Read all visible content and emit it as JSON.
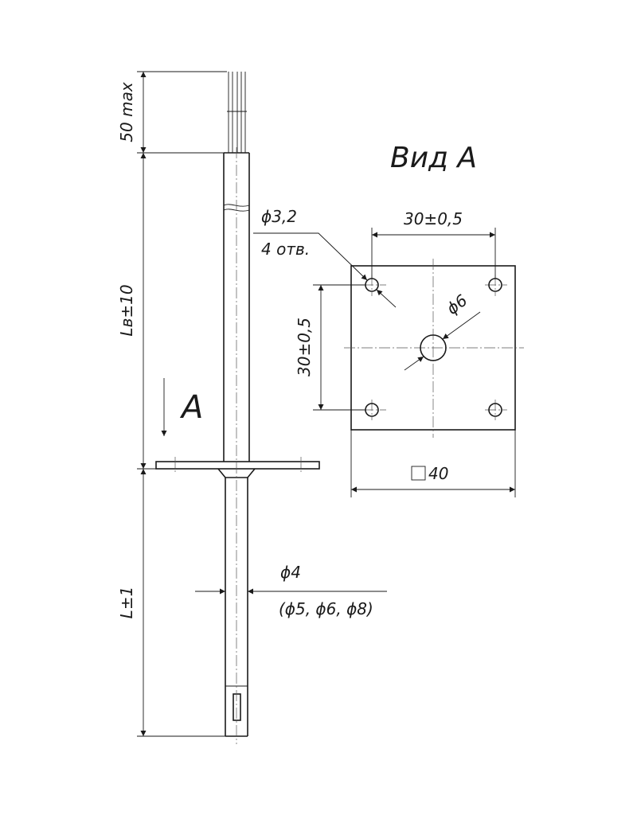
{
  "view_title": "Вид А",
  "section_mark": "А",
  "dims": {
    "lead_length": "50 max",
    "mount_length": "Lв±10",
    "immersion_length": "L±1",
    "sheath_diameter": "ϕ4",
    "sheath_diameter_options": "(ϕ5, ϕ6, ϕ8)",
    "hole_diameter": "ϕ3,2",
    "hole_count": "4 отв.",
    "hole_spacing_h": "30±0,5",
    "hole_spacing_v": "30±0,5",
    "center_hole_diameter": "ϕ6",
    "plate_size_value": "40"
  }
}
